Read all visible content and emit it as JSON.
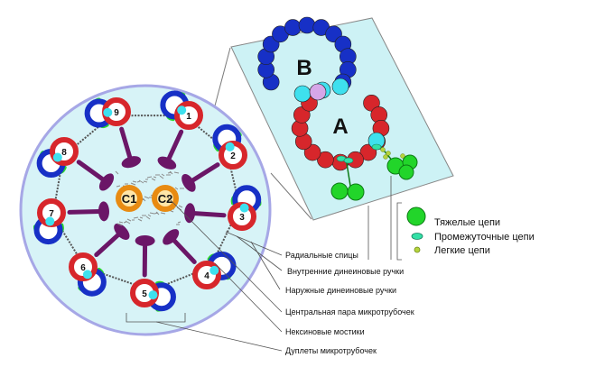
{
  "colors": {
    "background": "#ffffff",
    "cross_section_fill": "#d7f3f7",
    "cross_section_stroke": "#a6a7e6",
    "panel_fill": "#cdf2f5",
    "microtubule_a": "#d7262b",
    "microtubule_b": "#1730c6",
    "junction_cyan": "#3ee0ee",
    "spoke_purple": "#6b1667",
    "central_orange": "#e88b12",
    "central_inner": "#ffe6a8",
    "arm_green": "#29d92d",
    "heavy_chain_green": "#22d52a",
    "intermediate_chain": "#33e0a6",
    "light_chain": "#b5d43c",
    "link_gray": "#555555"
  },
  "doublets": {
    "numbers": [
      "1",
      "2",
      "3",
      "4",
      "5",
      "6",
      "7",
      "8",
      "9"
    ]
  },
  "central_pair": {
    "left": "C1",
    "right": "C2"
  },
  "zoom": {
    "tubule_b_label": "B",
    "tubule_a_label": "A"
  },
  "legend": {
    "heavy_chains": "Тяжелые цепи",
    "intermediate_chains": "Промежуточные цепи",
    "light_chains": "Легкие цепи"
  },
  "labels": {
    "radial_spokes": "Радиальные спицы",
    "inner_dynein_arms": "Внутренние динеиновые ручки",
    "outer_dynein_arms": "Наружные динеиновые ручки",
    "central_pair": "Центральная пара микротрубочек",
    "nexin_links": "Нексиновые мостики",
    "doublet_microtubules": "Дуплеты микротрубочек"
  }
}
